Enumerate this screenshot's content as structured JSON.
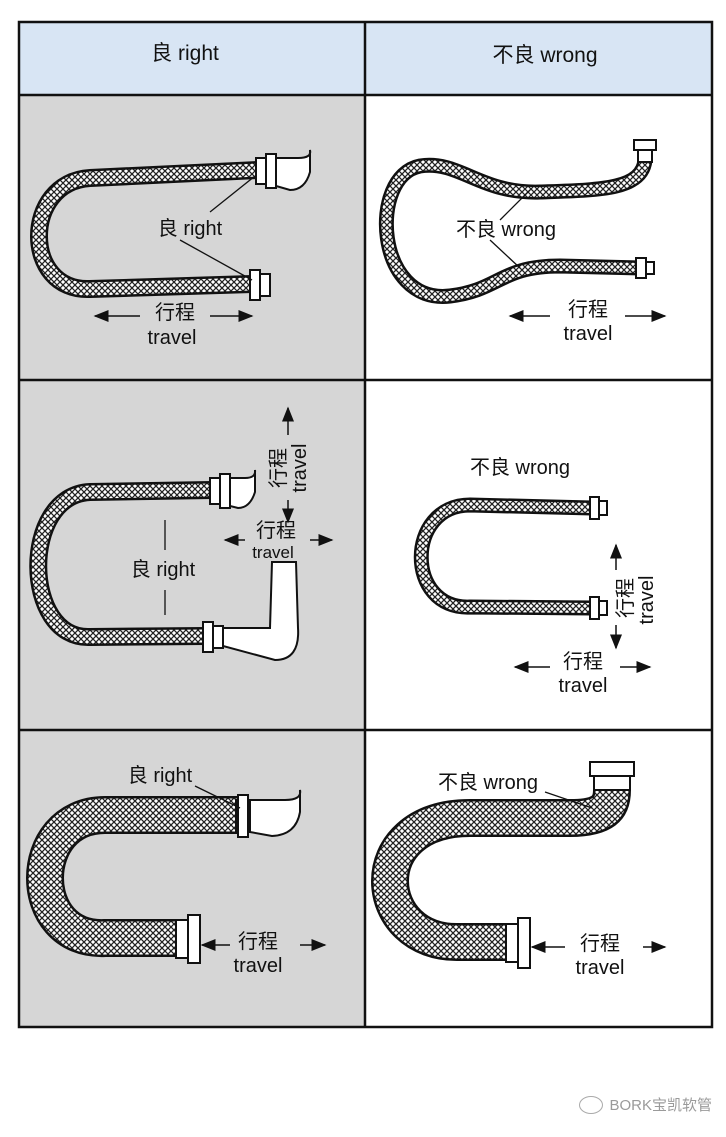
{
  "header": {
    "right_label": "良 right",
    "wrong_label": "不良 wrong"
  },
  "rows": [
    {
      "right": {
        "label": "良 right",
        "travel_cn": "行程",
        "travel_en": "travel"
      },
      "wrong": {
        "label": "不良 wrong",
        "travel_cn": "行程",
        "travel_en": "travel"
      }
    },
    {
      "right": {
        "label": "良 right",
        "travel_cn": "行程",
        "travel_en": "travel",
        "vtravel_cn": "行程",
        "vtravel_en": "travel"
      },
      "wrong": {
        "label": "不良 wrong",
        "travel_cn": "行程",
        "travel_en": "travel",
        "vtravel_cn": "行程",
        "vtravel_en": "travel"
      }
    },
    {
      "right": {
        "label": "良 right",
        "travel_cn": "行程",
        "travel_en": "travel"
      },
      "wrong": {
        "label": "不良 wrong",
        "travel_cn": "行程",
        "travel_en": "travel"
      }
    }
  ],
  "watermark": "BORK宝凯软管",
  "colors": {
    "header_bg": "#d8e5f4",
    "right_bg": "#d6d6d6",
    "wrong_bg": "#ffffff",
    "line": "#111111"
  }
}
